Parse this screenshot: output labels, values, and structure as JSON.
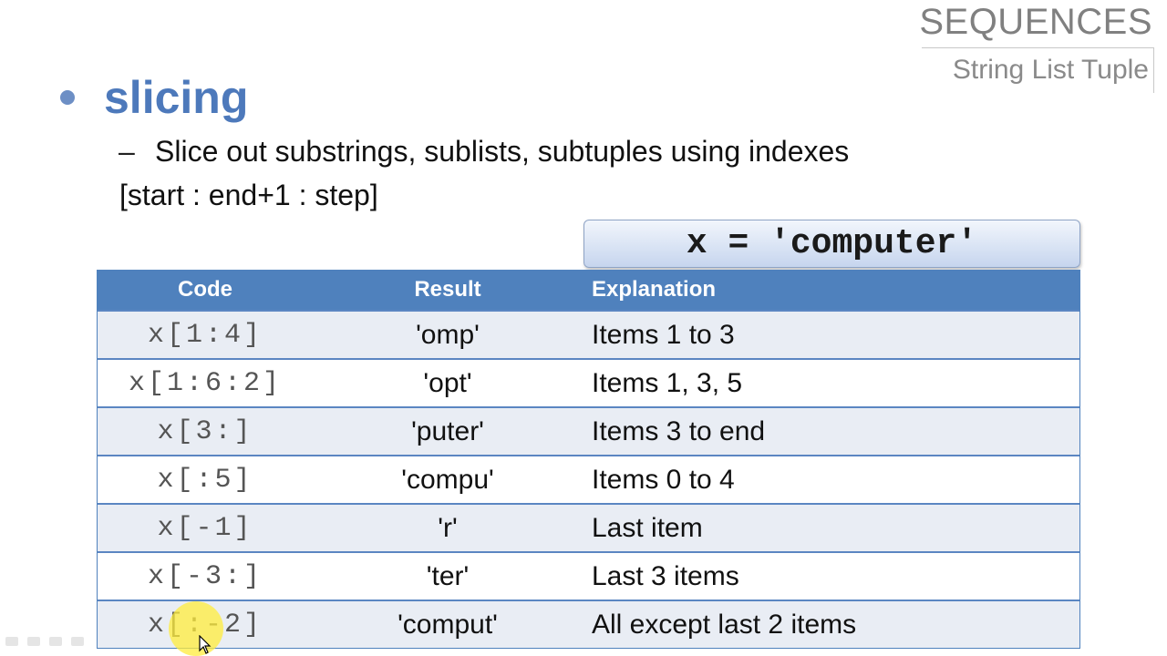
{
  "header": {
    "title": "SEQUENCES",
    "subtitle": "String List Tuple"
  },
  "slide": {
    "bullet": "slicing",
    "sub_dash": "–",
    "sub_point": "Slice out substrings, sublists, subtuples using indexes",
    "syntax": "[start : end+1 : step]",
    "variable": "x = 'computer'"
  },
  "table": {
    "columns": [
      "Code",
      "Result",
      "Explanation"
    ],
    "rows": [
      {
        "code": "x[1:4]",
        "result": "'omp'",
        "explanation": "Items 1 to 3"
      },
      {
        "code": "x[1:6:2]",
        "result": "'opt'",
        "explanation": "Items 1, 3, 5"
      },
      {
        "code": "x[3:]",
        "result": "'puter'",
        "explanation": "Items 3 to end"
      },
      {
        "code": "x[:5]",
        "result": "'compu'",
        "explanation": "Items 0 to 4"
      },
      {
        "code": "x[-1]",
        "result": "'r'",
        "explanation": "Last item"
      },
      {
        "code": "x[-3:]",
        "result": "'ter'",
        "explanation": "Last 3 items"
      },
      {
        "code": "x[:-2]",
        "result": "'comput'",
        "explanation": "All except last 2 items"
      }
    ]
  },
  "colors": {
    "accent": "#4f81bd",
    "title": "#4d79bb",
    "row_alt": "#e9edf4",
    "cursor_highlight": "#ffec3c"
  },
  "icons": {
    "cursor": "mouse-pointer-icon",
    "bullet": "bullet-dot-icon"
  }
}
